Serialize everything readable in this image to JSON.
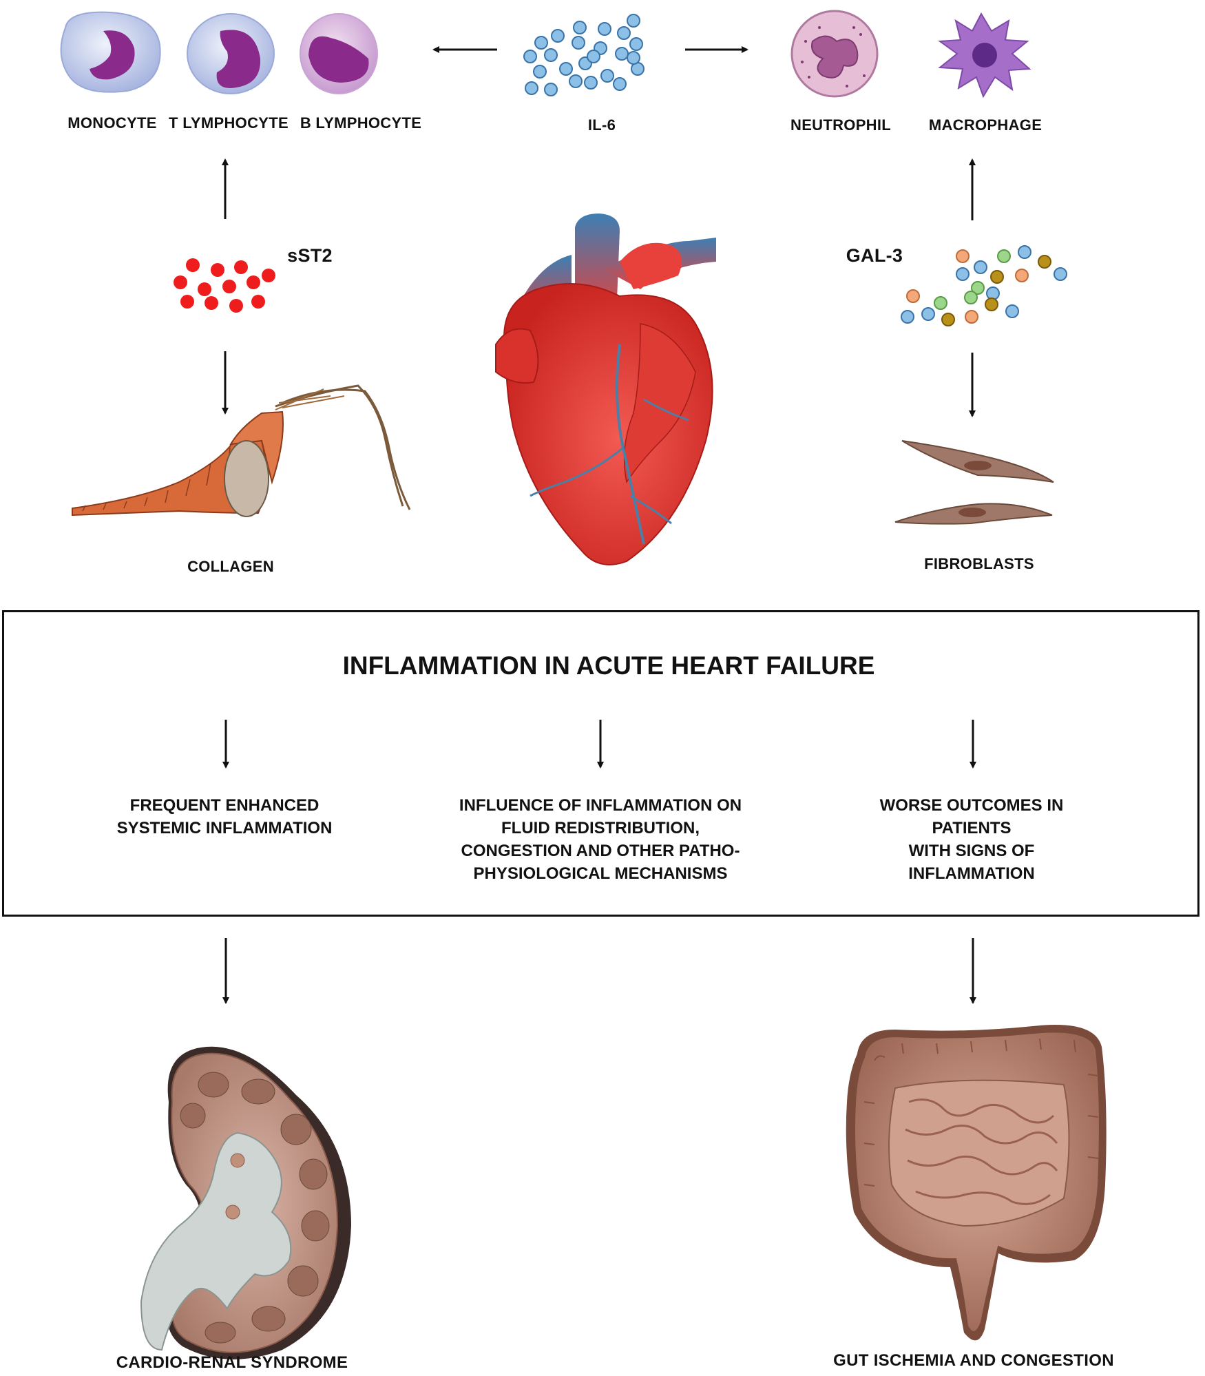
{
  "top": {
    "cells": {
      "monocyte": "MONOCYTE",
      "t_lymphocyte": "T LYMPHOCYTE",
      "b_lymphocyte": "B LYMPHOCYTE",
      "il6": "IL-6",
      "neutrophil": "NEUTROPHIL",
      "macrophage": "MACROPHAGE"
    }
  },
  "middle": {
    "sst2": "sST2",
    "gal3": "GAL-3",
    "collagen": "COLLAGEN",
    "fibroblasts": "FIBROBLASTS"
  },
  "box": {
    "title": "INFLAMMATION IN ACUTE HEART FAILURE",
    "col1": [
      "FREQUENT ENHANCED",
      "SYSTEMIC INFLAMMATION"
    ],
    "col2": [
      "INFLUENCE OF INFLAMMATION ON",
      "FLUID REDISTRIBUTION,",
      "CONGESTION AND OTHER PATHO-",
      "PHYSIOLOGICAL MECHANISMS"
    ],
    "col3": [
      "WORSE OUTCOMES IN PATIENTS",
      "WITH SIGNS OF INFLAMMATION"
    ]
  },
  "bottom": {
    "kidney": "CARDIO-RENAL SYNDROME",
    "gut": "GUT ISCHEMIA AND CONGESTION"
  },
  "colors": {
    "heart_red": "#e8403a",
    "vessel_blue": "#4a8fc0",
    "sst2_red": "#ee1c1c",
    "il6_blue": "#8cc0e6",
    "cell_purple": "#8a2a8a",
    "kidney_brown": "#b88270",
    "gut_brown": "#a87060"
  }
}
